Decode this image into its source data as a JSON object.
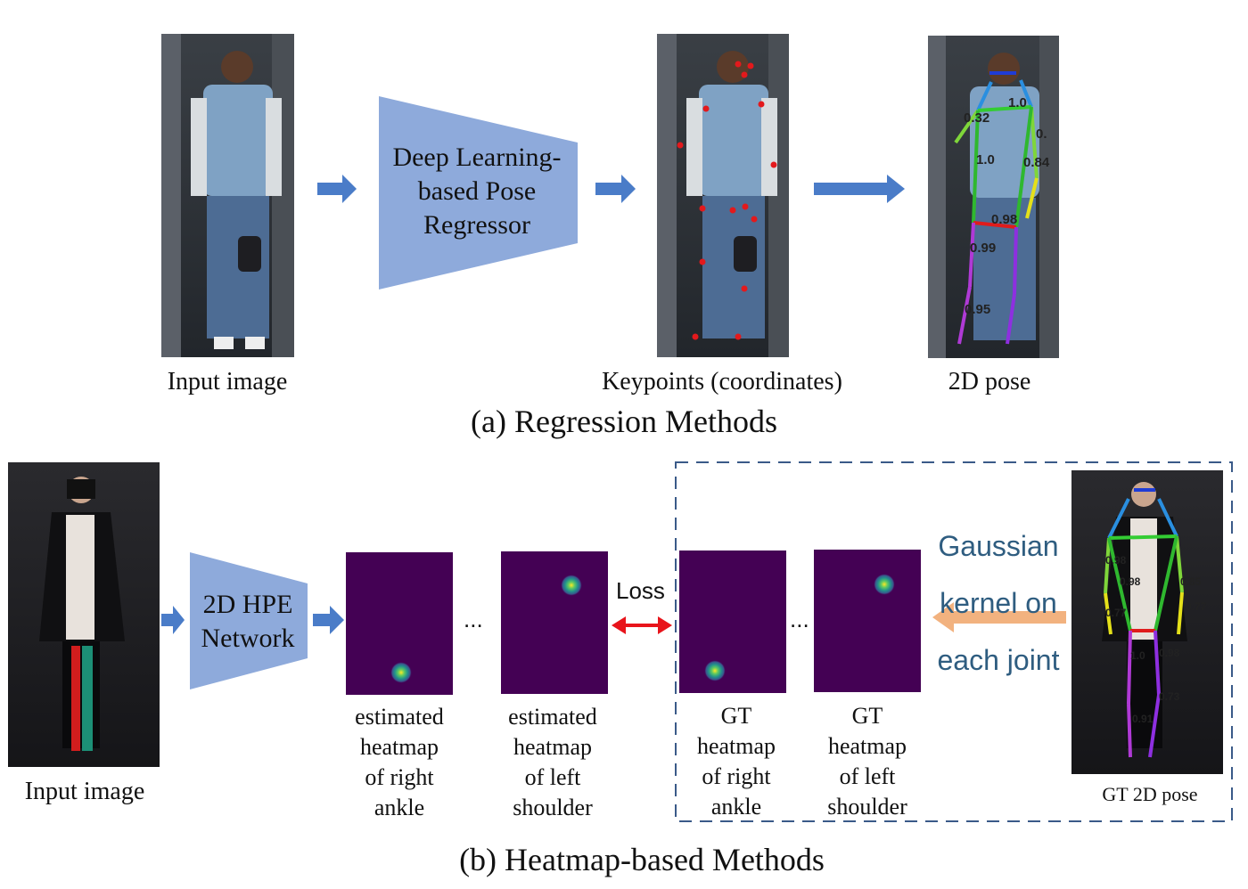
{
  "colors": {
    "arrow_blue": "#4a7cc8",
    "network_fill": "#8eaadb",
    "heatmap_bg": "#440154",
    "loss_arrow": "#e8141b",
    "gaussian_arrow": "#f2b27f",
    "gaussian_text": "#2f5d80",
    "dashed_box": "#3a5a88",
    "keypoint_red": "#e3191c"
  },
  "regression": {
    "input_label": "Input image",
    "regressor_text": [
      "Deep Learning-",
      "based Pose",
      "Regressor"
    ],
    "keypoints_label": "Keypoints (coordinates)",
    "pose_label": "2D pose",
    "caption": "(a) Regression Methods",
    "pose_scores": [
      "0.32",
      "1.0",
      "1.0",
      "0.84",
      "0.98",
      "0.99",
      "0.95",
      "0."
    ]
  },
  "heatmap": {
    "input_label": "Input image",
    "network_text": [
      "2D HPE",
      "Network"
    ],
    "ellipsis": "...",
    "loss_label": "Loss",
    "heatmaps": [
      {
        "lines": [
          "estimated",
          "heatmap",
          "of right",
          "ankle"
        ]
      },
      {
        "lines": [
          "estimated",
          "heatmap",
          "of left",
          "shoulder"
        ]
      },
      {
        "lines": [
          "GT",
          "heatmap",
          "of right",
          "ankle"
        ]
      },
      {
        "lines": [
          "GT",
          "heatmap",
          "of left",
          "shoulder"
        ]
      }
    ],
    "gaussian_text": [
      "Gaussian",
      "kernel on",
      "each joint"
    ],
    "gt_pose_label": "GT 2D pose",
    "gt_pose_scores": [
      "0.98",
      "0.98",
      "0.85",
      "0.77",
      "0.77",
      "1.0",
      "0.98",
      "0.73",
      "0.91"
    ],
    "caption": "(b) Heatmap-based Methods"
  }
}
